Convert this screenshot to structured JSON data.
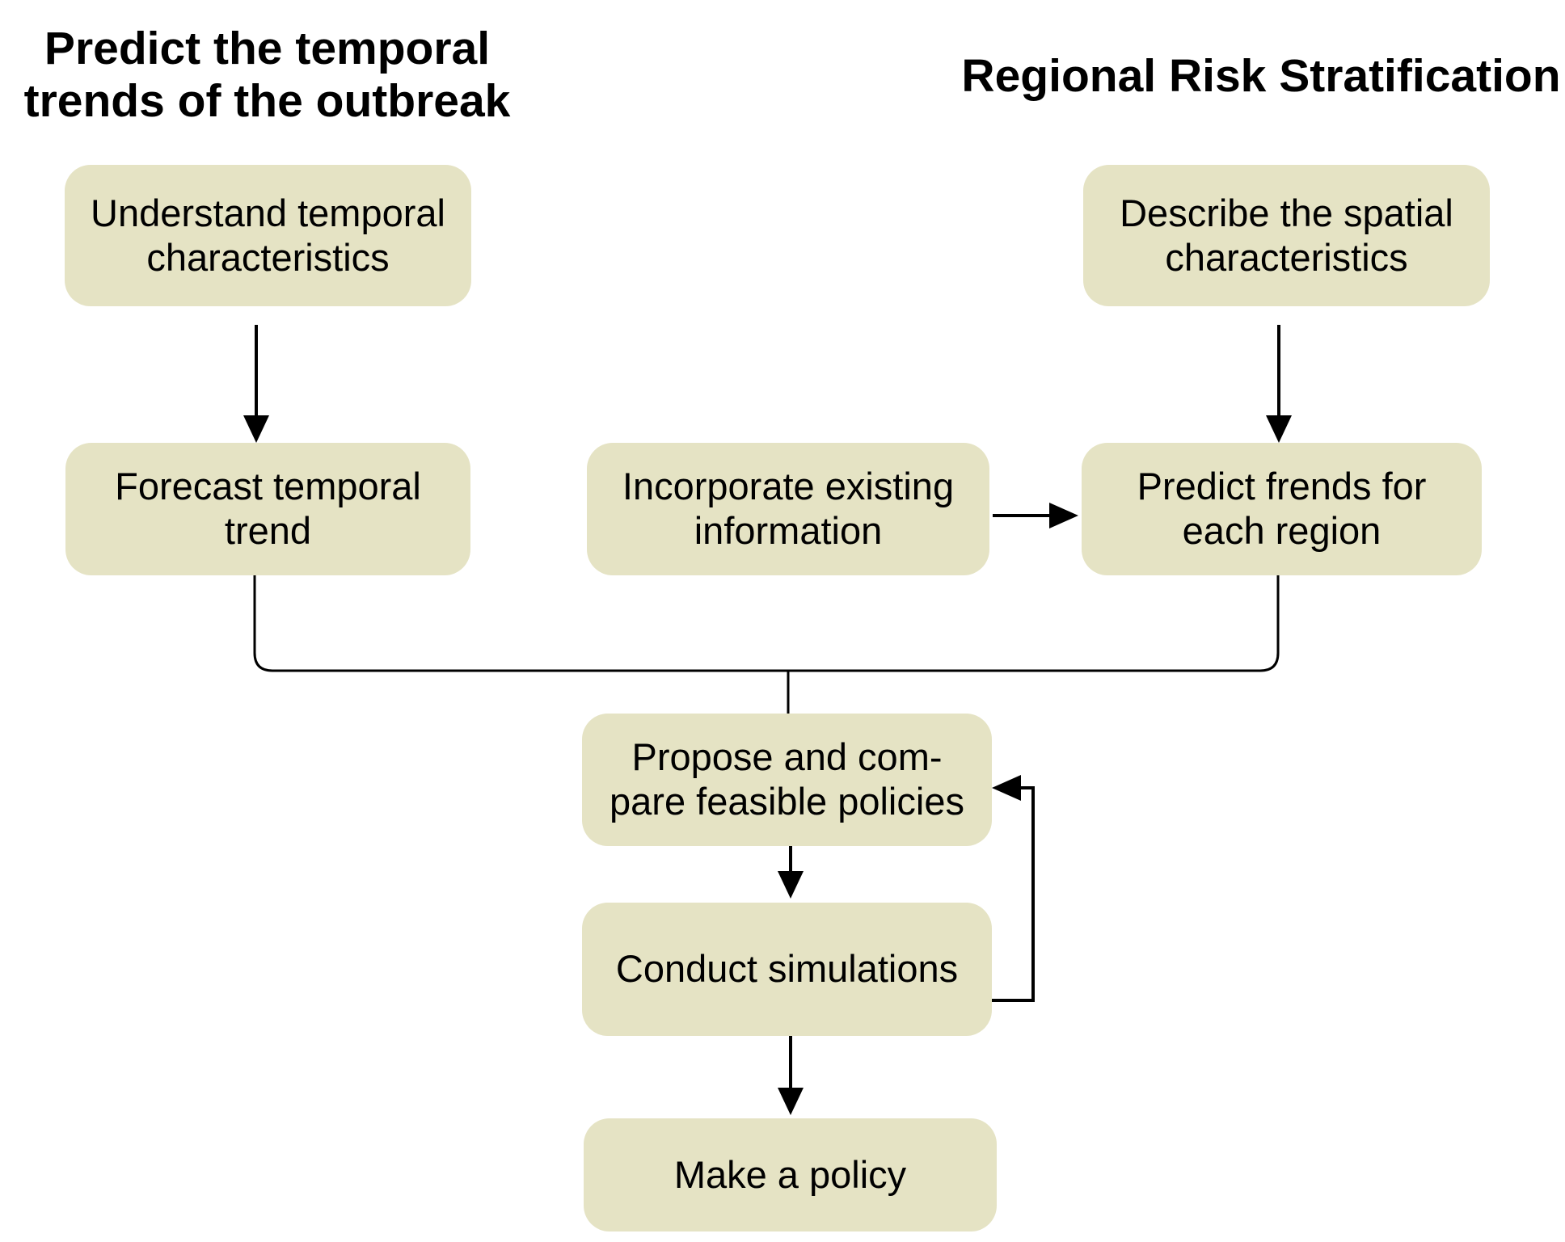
{
  "colors": {
    "background": "#ffffff",
    "node_fill": "#e5e3c4",
    "line": "#000000",
    "text": "#000000"
  },
  "headings": {
    "left": "Predict the temporal\ntrends of the outbreak",
    "right": "Regional Risk Stratification"
  },
  "nodes": {
    "understand_temporal": "Understand temporal\ncharacteristics",
    "describe_spatial": "Describe the spatial\ncharacteristics",
    "forecast_temporal": "Forecast temporal\ntrend",
    "incorporate_existing": "Incorporate existing\ninformation",
    "predict_trends": "Predict frends for\neach region",
    "propose_compare": "Propose and com-\npare feasible policies",
    "conduct_simulations": "Conduct simulations",
    "make_policy": "Make a policy"
  }
}
